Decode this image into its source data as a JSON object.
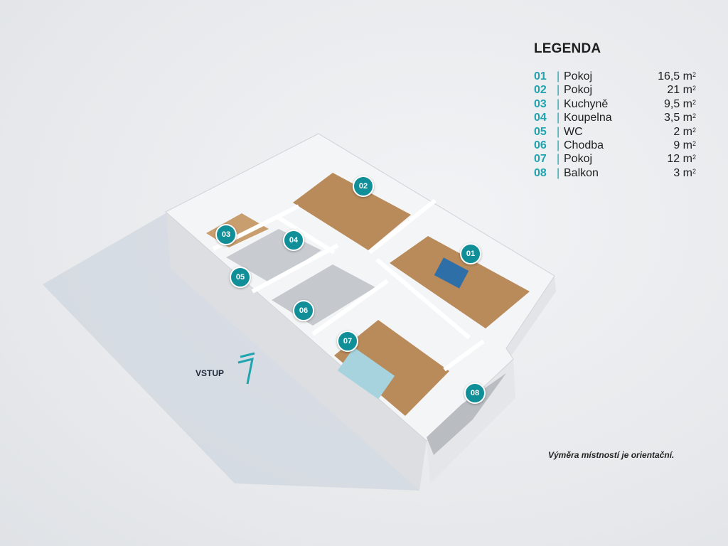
{
  "legend": {
    "title": "LEGENDA",
    "items": [
      {
        "num": "01",
        "name": "Pokoj",
        "area": "16,5 m",
        "unit_sup": "2"
      },
      {
        "num": "02",
        "name": "Pokoj",
        "area": "21 m",
        "unit_sup": "2"
      },
      {
        "num": "03",
        "name": "Kuchyně",
        "area": "9,5 m",
        "unit_sup": "2"
      },
      {
        "num": "04",
        "name": "Koupelna",
        "area": "3,5 m",
        "unit_sup": "2"
      },
      {
        "num": "05",
        "name": "WC",
        "area": "2 m",
        "unit_sup": "2"
      },
      {
        "num": "06",
        "name": "Chodba",
        "area": "9 m",
        "unit_sup": "2"
      },
      {
        "num": "07",
        "name": "Pokoj",
        "area": "12 m",
        "unit_sup": "2"
      },
      {
        "num": "08",
        "name": "Balkon",
        "area": "3 m",
        "unit_sup": "2"
      }
    ],
    "separator": "|"
  },
  "markers": [
    "01",
    "02",
    "03",
    "04",
    "05",
    "06",
    "07",
    "08"
  ],
  "entrance_label": "VSTUP",
  "note": "Výměra místností je orientační.",
  "colors": {
    "accent": "#1fa4b0",
    "marker": "#118f98",
    "wood": "#b98a5a"
  }
}
